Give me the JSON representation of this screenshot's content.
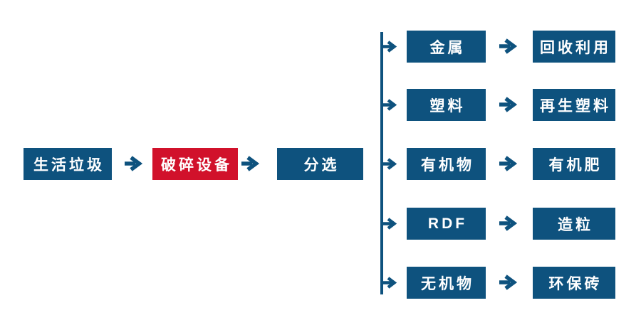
{
  "colors": {
    "node_blue": "#0e527e",
    "node_red": "#d1112b",
    "arrow_blue": "#0e527e",
    "text_white": "#ffffff",
    "background": "#ffffff"
  },
  "icons": {
    "arrow_right": "→"
  },
  "main_flow": [
    {
      "id": "household-waste",
      "label": "生活垃圾",
      "color": "blue"
    },
    {
      "id": "crushing-equipment",
      "label": "破碎设备",
      "color": "red"
    },
    {
      "id": "sorting",
      "label": "分选",
      "color": "blue"
    }
  ],
  "branches": [
    {
      "category": "金属",
      "result": "回收利用"
    },
    {
      "category": "塑料",
      "result": "再生塑料"
    },
    {
      "category": "有机物",
      "result": "有机肥"
    },
    {
      "category": "RDF",
      "result": "造粒"
    },
    {
      "category": "无机物",
      "result": "环保砖"
    }
  ]
}
